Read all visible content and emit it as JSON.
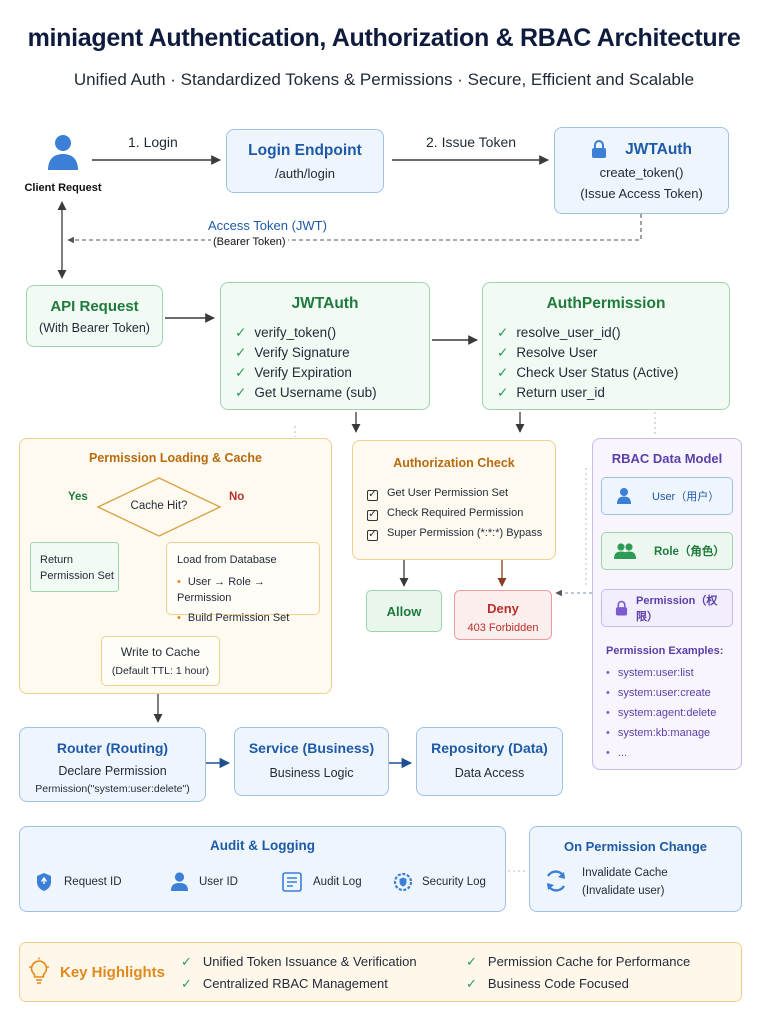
{
  "header": {
    "title": "miniagent Authentication, Authorization & RBAC Architecture",
    "subtitle": "Unified Auth · Standardized Tokens & Permissions · Secure, Efficient and Scalable"
  },
  "flow": {
    "client_label": "Client Request",
    "step1": "1. Login",
    "step2": "2. Issue Token",
    "login": {
      "title": "Login Endpoint",
      "path": "/auth/login"
    },
    "jwt_issue": {
      "title": "JWTAuth",
      "method": "create_token()",
      "note": "(Issue Access Token)"
    },
    "access_token": "Access Token (JWT)",
    "bearer_token": "(Bearer Token)"
  },
  "api_request": {
    "title": "API Request",
    "subtitle": "(With Bearer Token)"
  },
  "jwt_verify": {
    "title": "JWTAuth",
    "items": [
      "verify_token()",
      "Verify Signature",
      "Verify Expiration",
      "Get Username (sub)"
    ]
  },
  "auth_permission": {
    "title": "AuthPermission",
    "items": [
      "resolve_user_id()",
      "Resolve User",
      "Check User Status (Active)",
      "Return user_id"
    ]
  },
  "perm_cache": {
    "title": "Permission Loading & Cache",
    "decision": "Cache Hit?",
    "yes": "Yes",
    "no": "No",
    "return_set": [
      "Return",
      "Permission Set"
    ],
    "load_title": "Load from Database",
    "load_items": [
      "User → Role → Permission",
      "Build Permission Set"
    ],
    "write_title": "Write to Cache",
    "write_note": "(Default TTL: 1 hour)"
  },
  "authz_check": {
    "title": "Authorization Check",
    "items": [
      "Get User Permission Set",
      "Check Required Permission",
      "Super Permission (*:*:*) Bypass"
    ],
    "allow": "Allow",
    "deny": "Deny",
    "deny_code": "403 Forbidden"
  },
  "rbac": {
    "title": "RBAC Data Model",
    "user": "User（用户）",
    "role": "Role（角色）",
    "permission": "Permission（权限）",
    "examples_title": "Permission Examples:",
    "examples": [
      "system:user:list",
      "system:user:create",
      "system:agent:delete",
      "system:kb:manage",
      "..."
    ]
  },
  "layers": {
    "router": {
      "title": "Router (Routing)",
      "line1": "Declare Permission",
      "line2": "Permission(\"system:user:delete\")"
    },
    "service": {
      "title": "Service (Business)",
      "line1": "Business Logic"
    },
    "repository": {
      "title": "Repository (Data)",
      "line1": "Data Access"
    }
  },
  "audit": {
    "title": "Audit & Logging",
    "items": [
      {
        "label": "Request ID",
        "icon": "shield-icon"
      },
      {
        "label": "User ID",
        "icon": "user-icon"
      },
      {
        "label": "Audit Log",
        "icon": "document-icon"
      },
      {
        "label": "Security Log",
        "icon": "gear-shield-icon"
      }
    ]
  },
  "perm_change": {
    "title": "On Permission Change",
    "line1": "Invalidate Cache",
    "line2": "(Invalidate user)"
  },
  "highlights": {
    "title": "Key Highlights",
    "items": [
      "Unified Token Issuance & Verification",
      "Permission Cache for Performance",
      "Centralized RBAC Management",
      "Business Code Focused"
    ]
  },
  "colors": {
    "blue": "#1e5aa8",
    "green": "#1f7a3d",
    "orange": "#b86a0f",
    "purple": "#5b3fa8",
    "red": "#c0392b",
    "check": "#2e9a55"
  }
}
